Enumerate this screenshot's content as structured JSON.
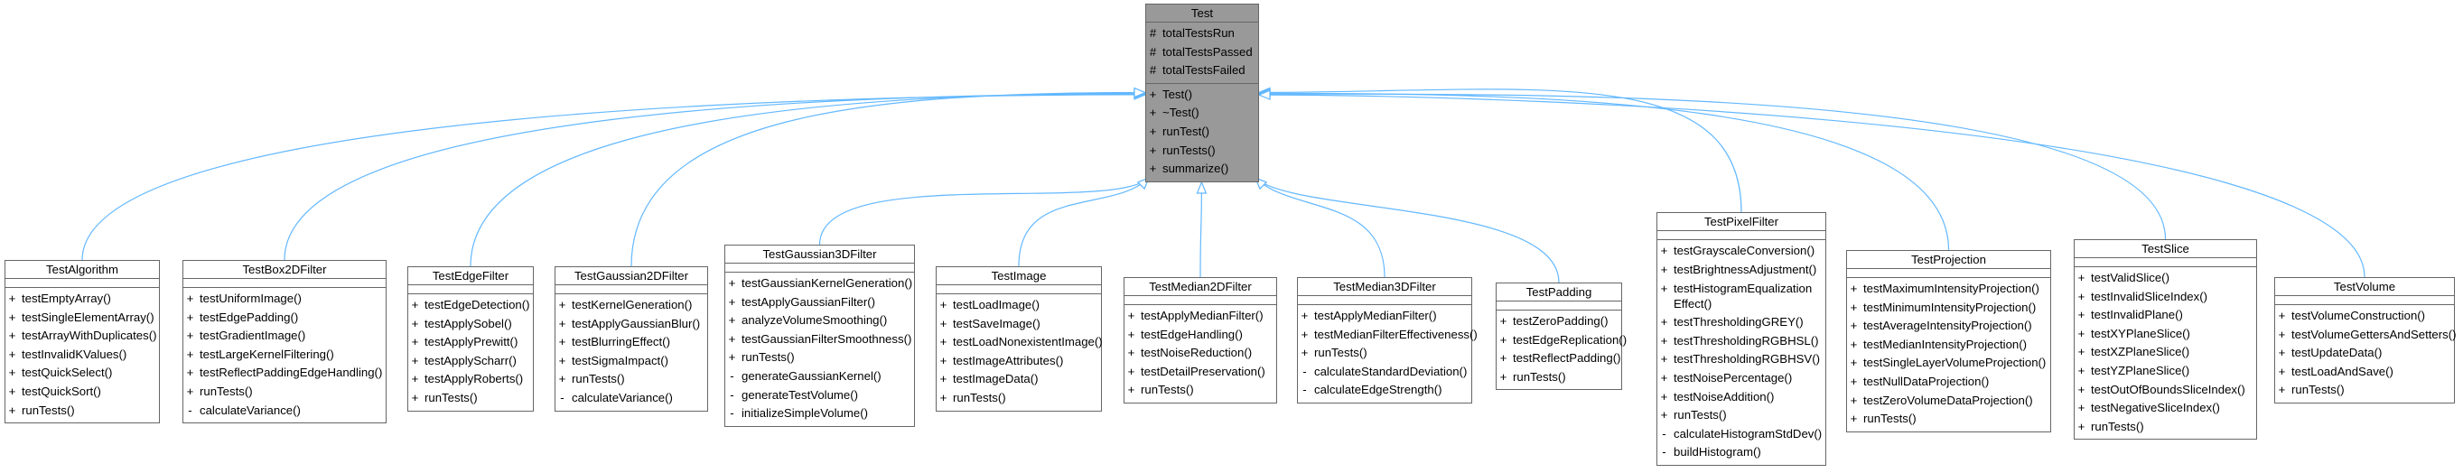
{
  "diagram": {
    "base_class": {
      "name": "Test",
      "attributes": [
        {
          "vis": "#",
          "name": "totalTestsRun"
        },
        {
          "vis": "#",
          "name": "totalTestsPassed"
        },
        {
          "vis": "#",
          "name": "totalTestsFailed"
        }
      ],
      "methods": [
        {
          "vis": "+",
          "name": "Test()"
        },
        {
          "vis": "+",
          "name": "~Test()"
        },
        {
          "vis": "+",
          "name": "runTest()"
        },
        {
          "vis": "+",
          "name": "runTests()"
        },
        {
          "vis": "+",
          "name": "summarize()"
        }
      ]
    },
    "subclasses": [
      {
        "name": "TestAlgorithm",
        "methods": [
          {
            "vis": "+",
            "name": "testEmptyArray()"
          },
          {
            "vis": "+",
            "name": "testSingleElementArray()"
          },
          {
            "vis": "+",
            "name": "testArrayWithDuplicates()"
          },
          {
            "vis": "+",
            "name": "testInvalidKValues()"
          },
          {
            "vis": "+",
            "name": "testQuickSelect()"
          },
          {
            "vis": "+",
            "name": "testQuickSort()"
          },
          {
            "vis": "+",
            "name": "runTests()"
          }
        ]
      },
      {
        "name": "TestBox2DFilter",
        "methods": [
          {
            "vis": "+",
            "name": "testUniformImage()"
          },
          {
            "vis": "+",
            "name": "testEdgePadding()"
          },
          {
            "vis": "+",
            "name": "testGradientImage()"
          },
          {
            "vis": "+",
            "name": "testLargeKernelFiltering()"
          },
          {
            "vis": "+",
            "name": "testReflectPaddingEdgeHandling()"
          },
          {
            "vis": "+",
            "name": "runTests()"
          },
          {
            "vis": "-",
            "name": "calculateVariance()"
          }
        ]
      },
      {
        "name": "TestEdgeFilter",
        "methods": [
          {
            "vis": "+",
            "name": "testEdgeDetection()"
          },
          {
            "vis": "+",
            "name": "testApplySobel()"
          },
          {
            "vis": "+",
            "name": "testApplyPrewitt()"
          },
          {
            "vis": "+",
            "name": "testApplyScharr()"
          },
          {
            "vis": "+",
            "name": "testApplyRoberts()"
          },
          {
            "vis": "+",
            "name": "runTests()"
          }
        ]
      },
      {
        "name": "TestGaussian2DFilter",
        "methods": [
          {
            "vis": "+",
            "name": "testKernelGeneration()"
          },
          {
            "vis": "+",
            "name": "testApplyGaussianBlur()"
          },
          {
            "vis": "+",
            "name": "testBlurringEffect()"
          },
          {
            "vis": "+",
            "name": "testSigmaImpact()"
          },
          {
            "vis": "+",
            "name": "runTests()"
          },
          {
            "vis": "-",
            "name": "calculateVariance()"
          }
        ]
      },
      {
        "name": "TestGaussian3DFilter",
        "methods": [
          {
            "vis": "+",
            "name": "testGaussianKernelGeneration()"
          },
          {
            "vis": "+",
            "name": "testApplyGaussianFilter()"
          },
          {
            "vis": "+",
            "name": "analyzeVolumeSmoothing()"
          },
          {
            "vis": "+",
            "name": "testGaussianFilterSmoothness()"
          },
          {
            "vis": "+",
            "name": "runTests()"
          },
          {
            "vis": "-",
            "name": "generateGaussianKernel()"
          },
          {
            "vis": "-",
            "name": "generateTestVolume()"
          },
          {
            "vis": "-",
            "name": "initializeSimpleVolume()"
          }
        ]
      },
      {
        "name": "TestImage",
        "methods": [
          {
            "vis": "+",
            "name": "testLoadImage()"
          },
          {
            "vis": "+",
            "name": "testSaveImage()"
          },
          {
            "vis": "+",
            "name": "testLoadNonexistentImage()"
          },
          {
            "vis": "+",
            "name": "testImageAttributes()"
          },
          {
            "vis": "+",
            "name": "testImageData()"
          },
          {
            "vis": "+",
            "name": "runTests()"
          }
        ]
      },
      {
        "name": "TestMedian2DFilter",
        "methods": [
          {
            "vis": "+",
            "name": "testApplyMedianFilter()"
          },
          {
            "vis": "+",
            "name": "testEdgeHandling()"
          },
          {
            "vis": "+",
            "name": "testNoiseReduction()"
          },
          {
            "vis": "+",
            "name": "testDetailPreservation()"
          },
          {
            "vis": "+",
            "name": "runTests()"
          }
        ]
      },
      {
        "name": "TestMedian3DFilter",
        "methods": [
          {
            "vis": "+",
            "name": "testApplyMedianFilter()"
          },
          {
            "vis": "+",
            "name": "testMedianFilterEffectiveness()"
          },
          {
            "vis": "+",
            "name": "runTests()"
          },
          {
            "vis": "-",
            "name": "calculateStandardDeviation()"
          },
          {
            "vis": "-",
            "name": "calculateEdgeStrength()"
          }
        ]
      },
      {
        "name": "TestPadding",
        "methods": [
          {
            "vis": "+",
            "name": "testZeroPadding()"
          },
          {
            "vis": "+",
            "name": "testEdgeReplication()"
          },
          {
            "vis": "+",
            "name": "testReflectPadding()"
          },
          {
            "vis": "+",
            "name": "runTests()"
          }
        ]
      },
      {
        "name": "TestPixelFilter",
        "methods": [
          {
            "vis": "+",
            "name": "testGrayscaleConversion()"
          },
          {
            "vis": "+",
            "name": "testBrightnessAdjustment()"
          },
          {
            "vis": "+",
            "name": "testHistogramEqualization Effect()"
          },
          {
            "vis": "+",
            "name": "testThresholdingGREY()"
          },
          {
            "vis": "+",
            "name": "testThresholdingRGBHSL()"
          },
          {
            "vis": "+",
            "name": "testThresholdingRGBHSV()"
          },
          {
            "vis": "+",
            "name": "testNoisePercentage()"
          },
          {
            "vis": "+",
            "name": "testNoiseAddition()"
          },
          {
            "vis": "+",
            "name": "runTests()"
          },
          {
            "vis": "-",
            "name": "calculateHistogramStdDev()"
          },
          {
            "vis": "-",
            "name": "buildHistogram()"
          }
        ]
      },
      {
        "name": "TestProjection",
        "methods": [
          {
            "vis": "+",
            "name": "testMaximumIntensityProjection()"
          },
          {
            "vis": "+",
            "name": "testMinimumIntensityProjection()"
          },
          {
            "vis": "+",
            "name": "testAverageIntensityProjection()"
          },
          {
            "vis": "+",
            "name": "testMedianIntensityProjection()"
          },
          {
            "vis": "+",
            "name": "testSingleLayerVolumeProjection()"
          },
          {
            "vis": "+",
            "name": "testNullDataProjection()"
          },
          {
            "vis": "+",
            "name": "testZeroVolumeDataProjection()"
          },
          {
            "vis": "+",
            "name": "runTests()"
          }
        ]
      },
      {
        "name": "TestSlice",
        "methods": [
          {
            "vis": "+",
            "name": "testValidSlice()"
          },
          {
            "vis": "+",
            "name": "testInvalidSliceIndex()"
          },
          {
            "vis": "+",
            "name": "testInvalidPlane()"
          },
          {
            "vis": "+",
            "name": "testXYPlaneSlice()"
          },
          {
            "vis": "+",
            "name": "testXZPlaneSlice()"
          },
          {
            "vis": "+",
            "name": "testYZPlaneSlice()"
          },
          {
            "vis": "+",
            "name": "testOutOfBoundsSliceIndex()"
          },
          {
            "vis": "+",
            "name": "testNegativeSliceIndex()"
          },
          {
            "vis": "+",
            "name": "runTests()"
          }
        ]
      },
      {
        "name": "TestVolume",
        "methods": [
          {
            "vis": "+",
            "name": "testVolumeConstruction()"
          },
          {
            "vis": "+",
            "name": "testVolumeGettersAndSetters()"
          },
          {
            "vis": "+",
            "name": "testUpdateData()"
          },
          {
            "vis": "+",
            "name": "testLoadAndSave()"
          },
          {
            "vis": "+",
            "name": "runTests()"
          }
        ]
      }
    ],
    "colors": {
      "edge": "#63b8ff",
      "base_fill": "#999999",
      "border": "#666666"
    }
  }
}
